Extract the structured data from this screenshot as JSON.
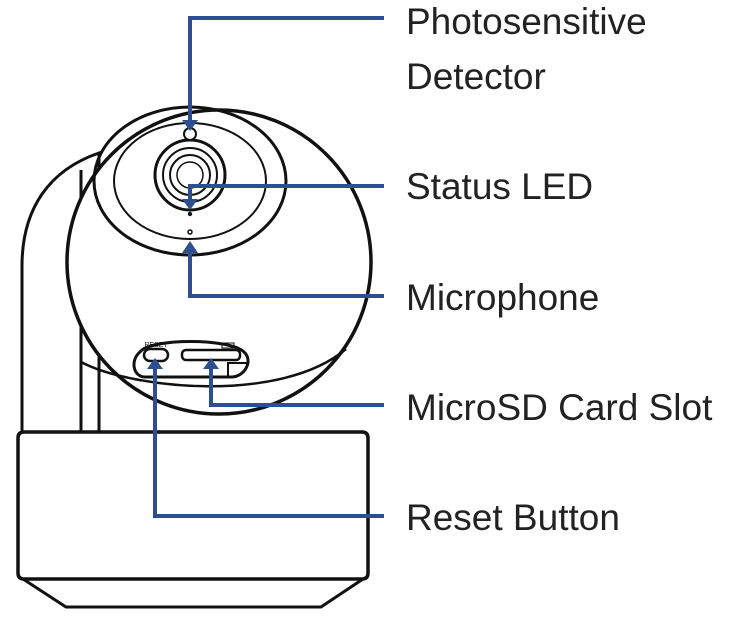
{
  "callouts": {
    "photosensitive_detector": [
      "Photosensitive",
      "Detector"
    ],
    "status_led": "Status LED",
    "microphone": "Microphone",
    "microsd_card_slot": "MicroSD Card Slot",
    "reset_button": "Reset Button"
  },
  "device_port_text": "RESET",
  "colors": {
    "callout_line": "#2e4f8f",
    "outline": "#111111",
    "text": "#222222",
    "background": "#ffffff"
  }
}
